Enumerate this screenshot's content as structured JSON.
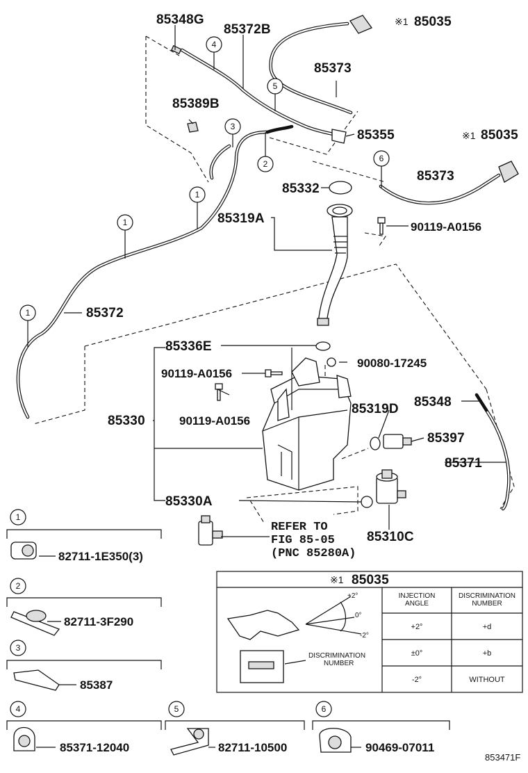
{
  "diagram_code": "853471F",
  "callouts": {
    "c1": "1",
    "c2": "2",
    "c3": "3",
    "c4": "4",
    "c5": "5",
    "c6": "6"
  },
  "parts": {
    "p85348G": "85348G",
    "p85372B": "85372B",
    "p85035_a": "85035",
    "p85035_b": "85035",
    "mark_a": "※1",
    "mark_b": "※1",
    "p85373_a": "85373",
    "p85373_b": "85373",
    "p85389B": "85389B",
    "p85355": "85355",
    "p85332": "85332",
    "p85319A": "85319A",
    "p90119_a": "90119-A0156",
    "p90119_b": "90119-A0156",
    "p90119_c": "90119-A0156",
    "p85372": "85372",
    "p85336E": "85336E",
    "p90080": "90080-17245",
    "p85348": "85348",
    "p85319D": "85319D",
    "p85330": "85330",
    "p85397": "85397",
    "p85371": "85371",
    "p85330A": "85330A",
    "p85310C": "85310C",
    "refer_line1": "REFER TO",
    "refer_line2": "FIG 85-05",
    "refer_line3": "(PNC 85280A)"
  },
  "legend": [
    {
      "num": "1",
      "part": "82711-1E350(3)"
    },
    {
      "num": "2",
      "part": "82711-3F290"
    },
    {
      "num": "3",
      "part": "85387"
    },
    {
      "num": "4",
      "part": "85371-12040"
    },
    {
      "num": "5",
      "part": "82711-10500"
    },
    {
      "num": "6",
      "part": "90469-07011"
    }
  ],
  "table": {
    "title_mark": "※1",
    "title_part": "85035",
    "angle_plus": "+2°",
    "angle_zero": "0°",
    "angle_minus": "-2°",
    "disc_line1": "DISCRIMINATION",
    "disc_line2": "NUMBER",
    "col1_line1": "INJECTION",
    "col1_line2": "ANGLE",
    "col2_line1": "DISCRIMINATION",
    "col2_line2": "NUMBER",
    "rows": [
      {
        "angle": "+2°",
        "disc": "+d"
      },
      {
        "angle": "±0°",
        "disc": "+b"
      },
      {
        "angle": "-2°",
        "disc": "WITHOUT"
      }
    ]
  }
}
